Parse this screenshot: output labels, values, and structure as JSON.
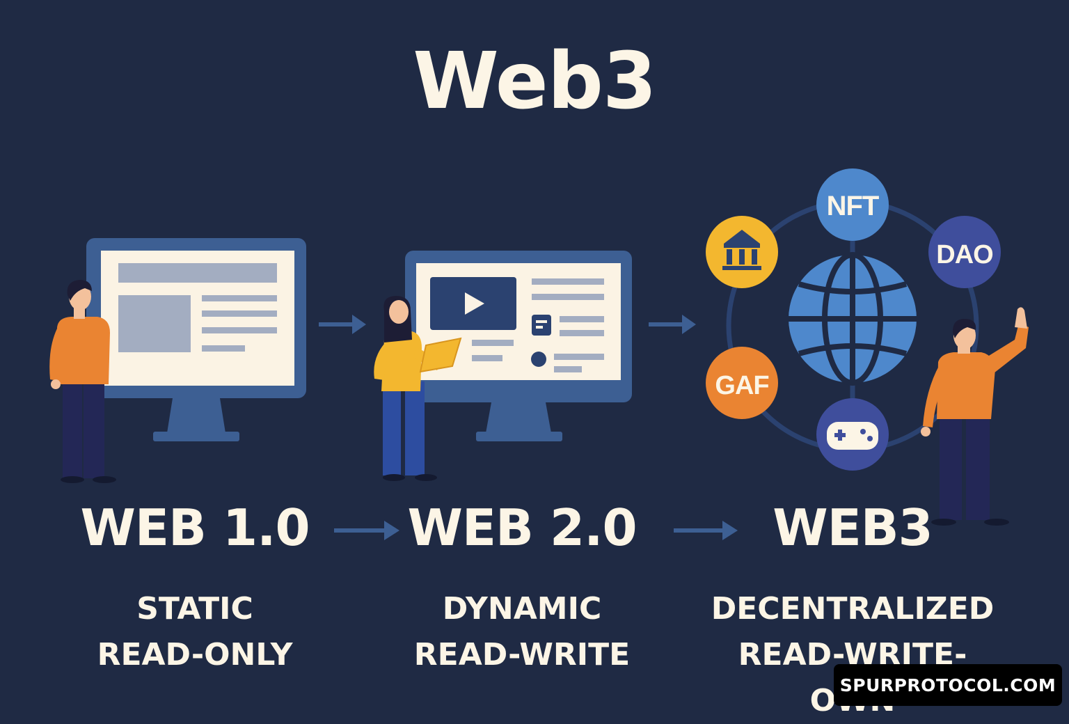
{
  "title": "Web3",
  "eras": [
    {
      "name": "WEB 1.0",
      "line1": "STATIC",
      "line2": "READ-ONLY"
    },
    {
      "name": "WEB 2.0",
      "line1": "DYNAMIC",
      "line2": "READ-WRITE"
    },
    {
      "name": "WEB3",
      "line1": "DECENTRALIZED",
      "line2": "READ-WRITE-OWN"
    }
  ],
  "nodes": {
    "nft": "NFT",
    "dao": "DAO",
    "gaf": "GAF"
  },
  "watermark": "SPURPROTOCOL.COM",
  "colors": {
    "background": "#1f2a44",
    "text": "#fcf5e6",
    "monitor": "#3d5f93",
    "screen": "#fbf3e4",
    "orange": "#ea8432",
    "yellow": "#f3b72f",
    "globe": "#4e88cc",
    "dao": "#3f4e9c"
  }
}
